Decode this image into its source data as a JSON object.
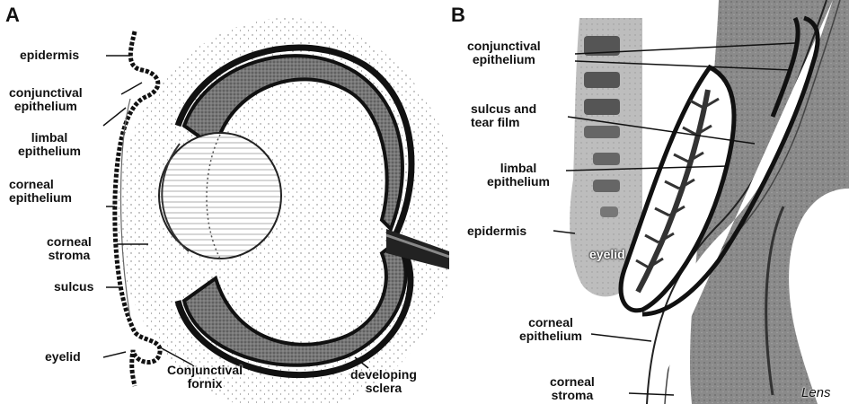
{
  "panel_a": {
    "letter": "A",
    "labels": {
      "epidermis": "epidermis",
      "conjunctival_epithelium": [
        "conjunctival",
        "epithelium"
      ],
      "limbal_epithelium": [
        "limbal",
        "epithelium"
      ],
      "corneal_epithelium": [
        "corneal",
        "epithelium"
      ],
      "corneal_stroma": [
        "corneal",
        "stroma"
      ],
      "sulcus": "sulcus",
      "eyelid": "eyelid",
      "conjunctival_fornix": [
        "Conjunctival",
        "fornix"
      ],
      "developing_sclera": [
        "developing",
        "sclera"
      ]
    }
  },
  "panel_b": {
    "letter": "B",
    "labels": {
      "conjunctival_epithelium": [
        "conjunctival",
        "epithelium"
      ],
      "sulcus_tear_film": [
        "sulcus and",
        "tear film"
      ],
      "limbal_epithelium": [
        "limbal",
        "epithelium"
      ],
      "epidermis": "epidermis",
      "eyelid": "eyelid",
      "corneal_epithelium": [
        "corneal",
        "epithelium"
      ],
      "corneal_stroma": [
        "corneal",
        "stroma"
      ],
      "lens": "Lens"
    }
  }
}
